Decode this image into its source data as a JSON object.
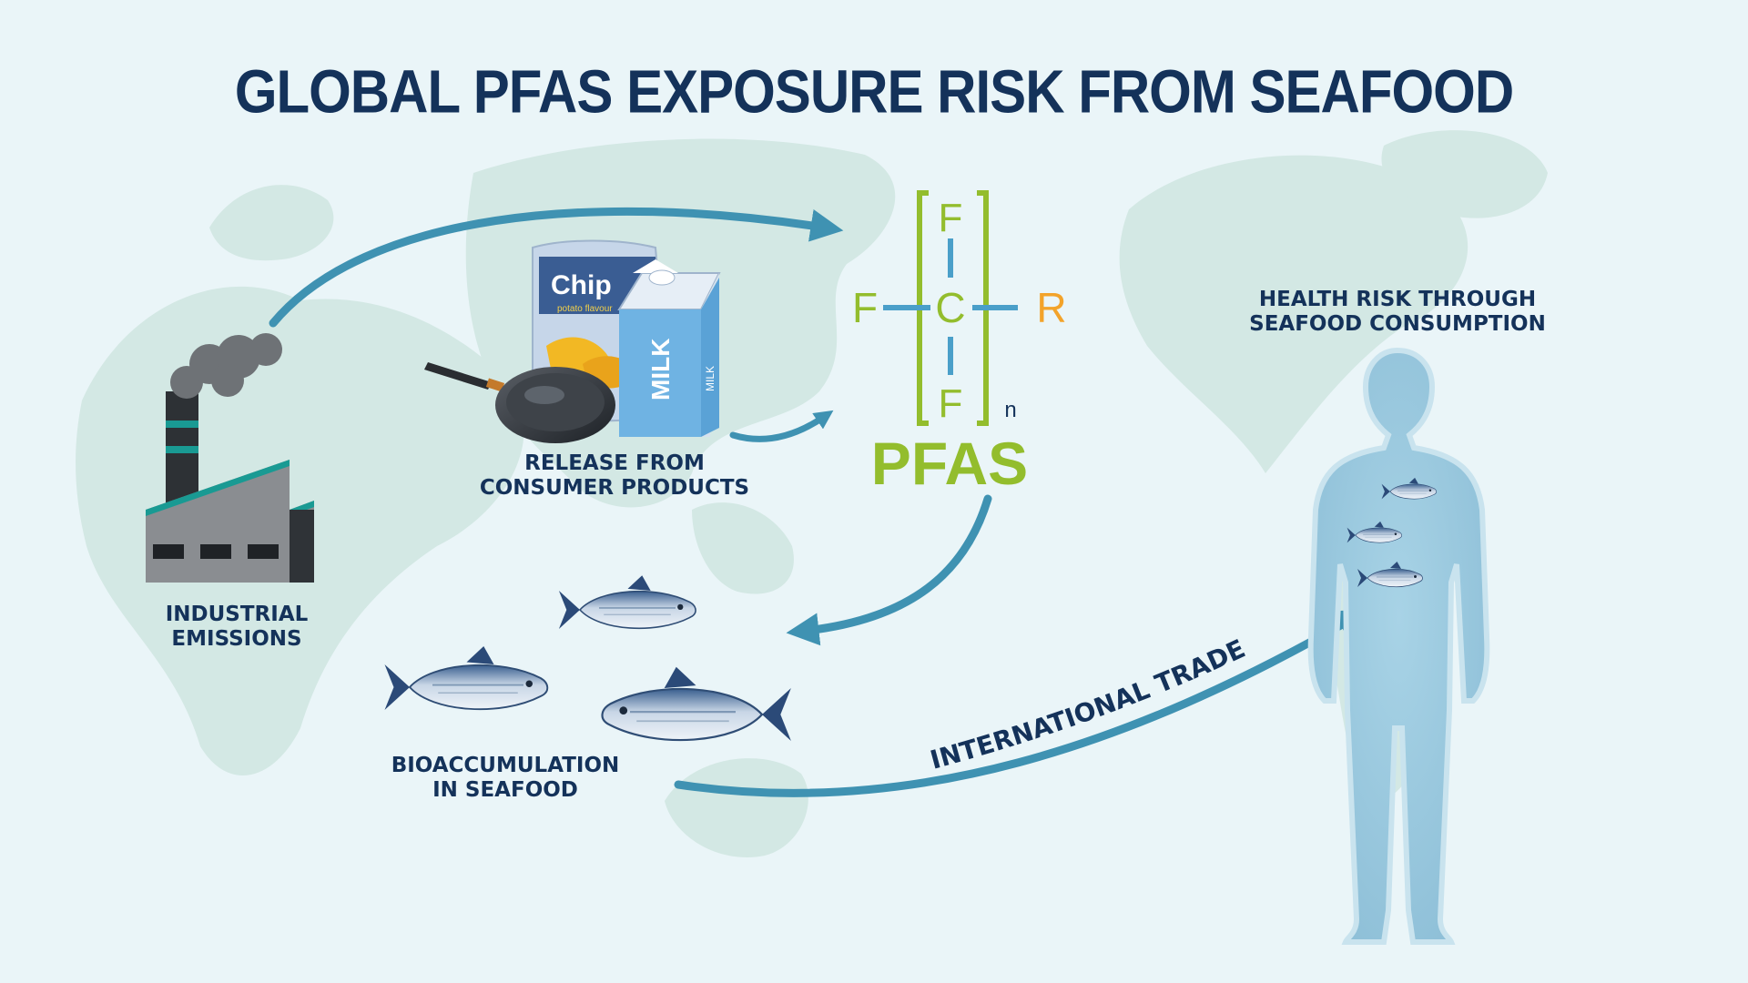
{
  "title": "GLOBAL PFAS EXPOSURE RISK FROM SEAFOOD",
  "labels": {
    "industrial": [
      "INDUSTRIAL",
      "EMISSIONS"
    ],
    "consumer": [
      "RELEASE FROM",
      "CONSUMER PRODUCTS"
    ],
    "bioaccumulation": [
      "BIOACCUMULATION",
      "IN SEAFOOD"
    ],
    "health": [
      "HEALTH RISK THROUGH",
      "SEAFOOD CONSUMPTION"
    ],
    "trade": "INTERNATIONAL TRADE"
  },
  "molecule": {
    "center": "C",
    "top": "F",
    "bottom": "F",
    "left": "F",
    "right": "R",
    "subscript": "n",
    "name": "PFAS"
  },
  "products": {
    "chips_brand": "Chip",
    "chips_flavour": "potato flavour",
    "milk_label": "MILK",
    "milk_side_label": "MILK"
  },
  "colors": {
    "background": "#eaf5f8",
    "land": "#d3e8e4",
    "navy": "#14325a",
    "arrow": "#3f92b2",
    "pfas_green": "#93bd2d",
    "chem_blue": "#4a9fc9",
    "r_orange": "#f3a32a",
    "teal_stripe": "#199a93",
    "body_blue": "#9fcbe0"
  }
}
